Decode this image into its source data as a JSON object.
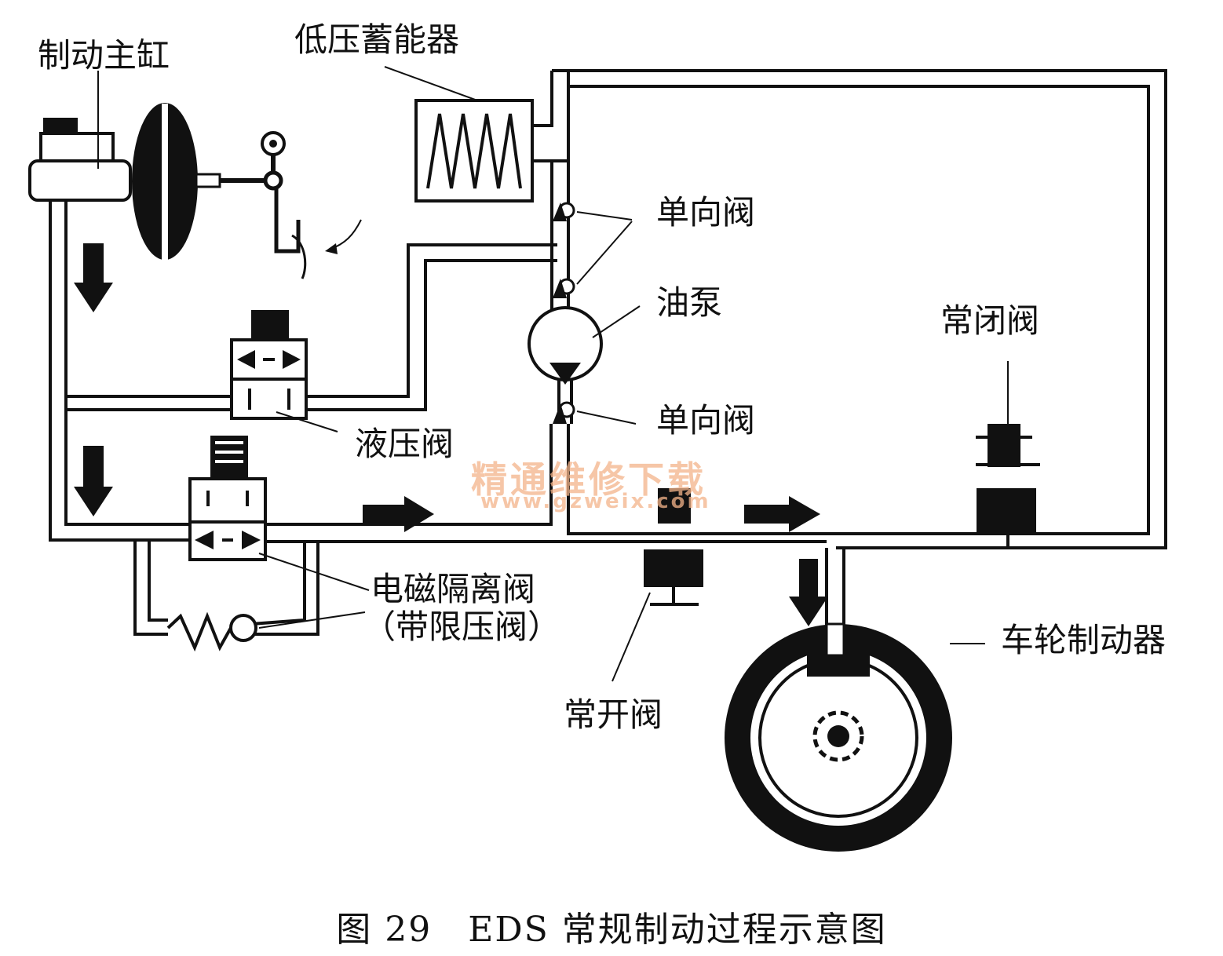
{
  "diagram": {
    "labels": {
      "master_cylinder": "制动主缸",
      "low_pressure_accumulator": "低压蓄能器",
      "check_valve_upper": "单向阀",
      "oil_pump": "油泵",
      "check_valve_lower": "单向阀",
      "normally_closed_valve": "常闭阀",
      "hydraulic_valve": "液压阀",
      "solenoid_isolation_valve": "电磁隔离阀",
      "pressure_limit_note": "（带限压阀）",
      "wheel_brake": "车轮制动器",
      "normally_open_valve": "常开阀"
    },
    "caption": "图 29　EDS 常规制动过程示意图"
  },
  "watermark": {
    "line1": "精通维修下载",
    "line2": "www.gzweix.com"
  },
  "colors": {
    "line": "#111111",
    "watermark": "#f4b48a"
  }
}
